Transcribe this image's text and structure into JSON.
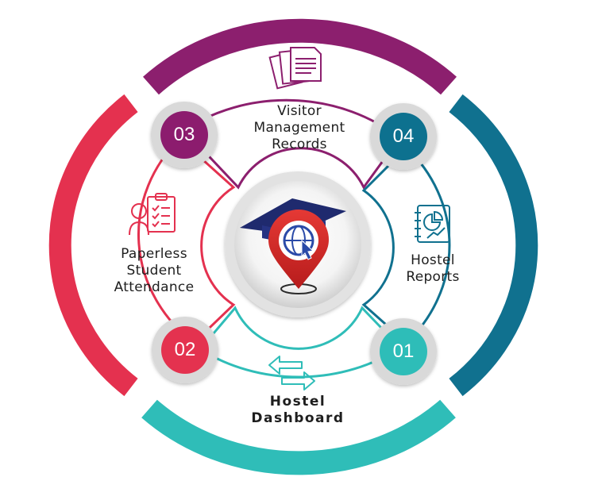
{
  "sections": [
    {
      "number": "04",
      "lines": [
        "Hostel",
        "Reports"
      ],
      "color": "#10718f"
    },
    {
      "number": "01",
      "lines": [
        "Hostel",
        "Dashboard"
      ],
      "color": "#2fbdb8"
    },
    {
      "number": "02",
      "lines": [
        "Paperless",
        "Student",
        "Attendance"
      ],
      "color": "#e4314f"
    },
    {
      "number": "03",
      "lines": [
        "Visitor",
        "Management",
        "Records"
      ],
      "color": "#8c1f6e"
    }
  ],
  "icons": {
    "top": "documents-icon",
    "right": "report-chart-icon",
    "bottom": "transfer-arrows-icon",
    "left": "student-checklist-icon",
    "center": "graduation-location-logo"
  }
}
